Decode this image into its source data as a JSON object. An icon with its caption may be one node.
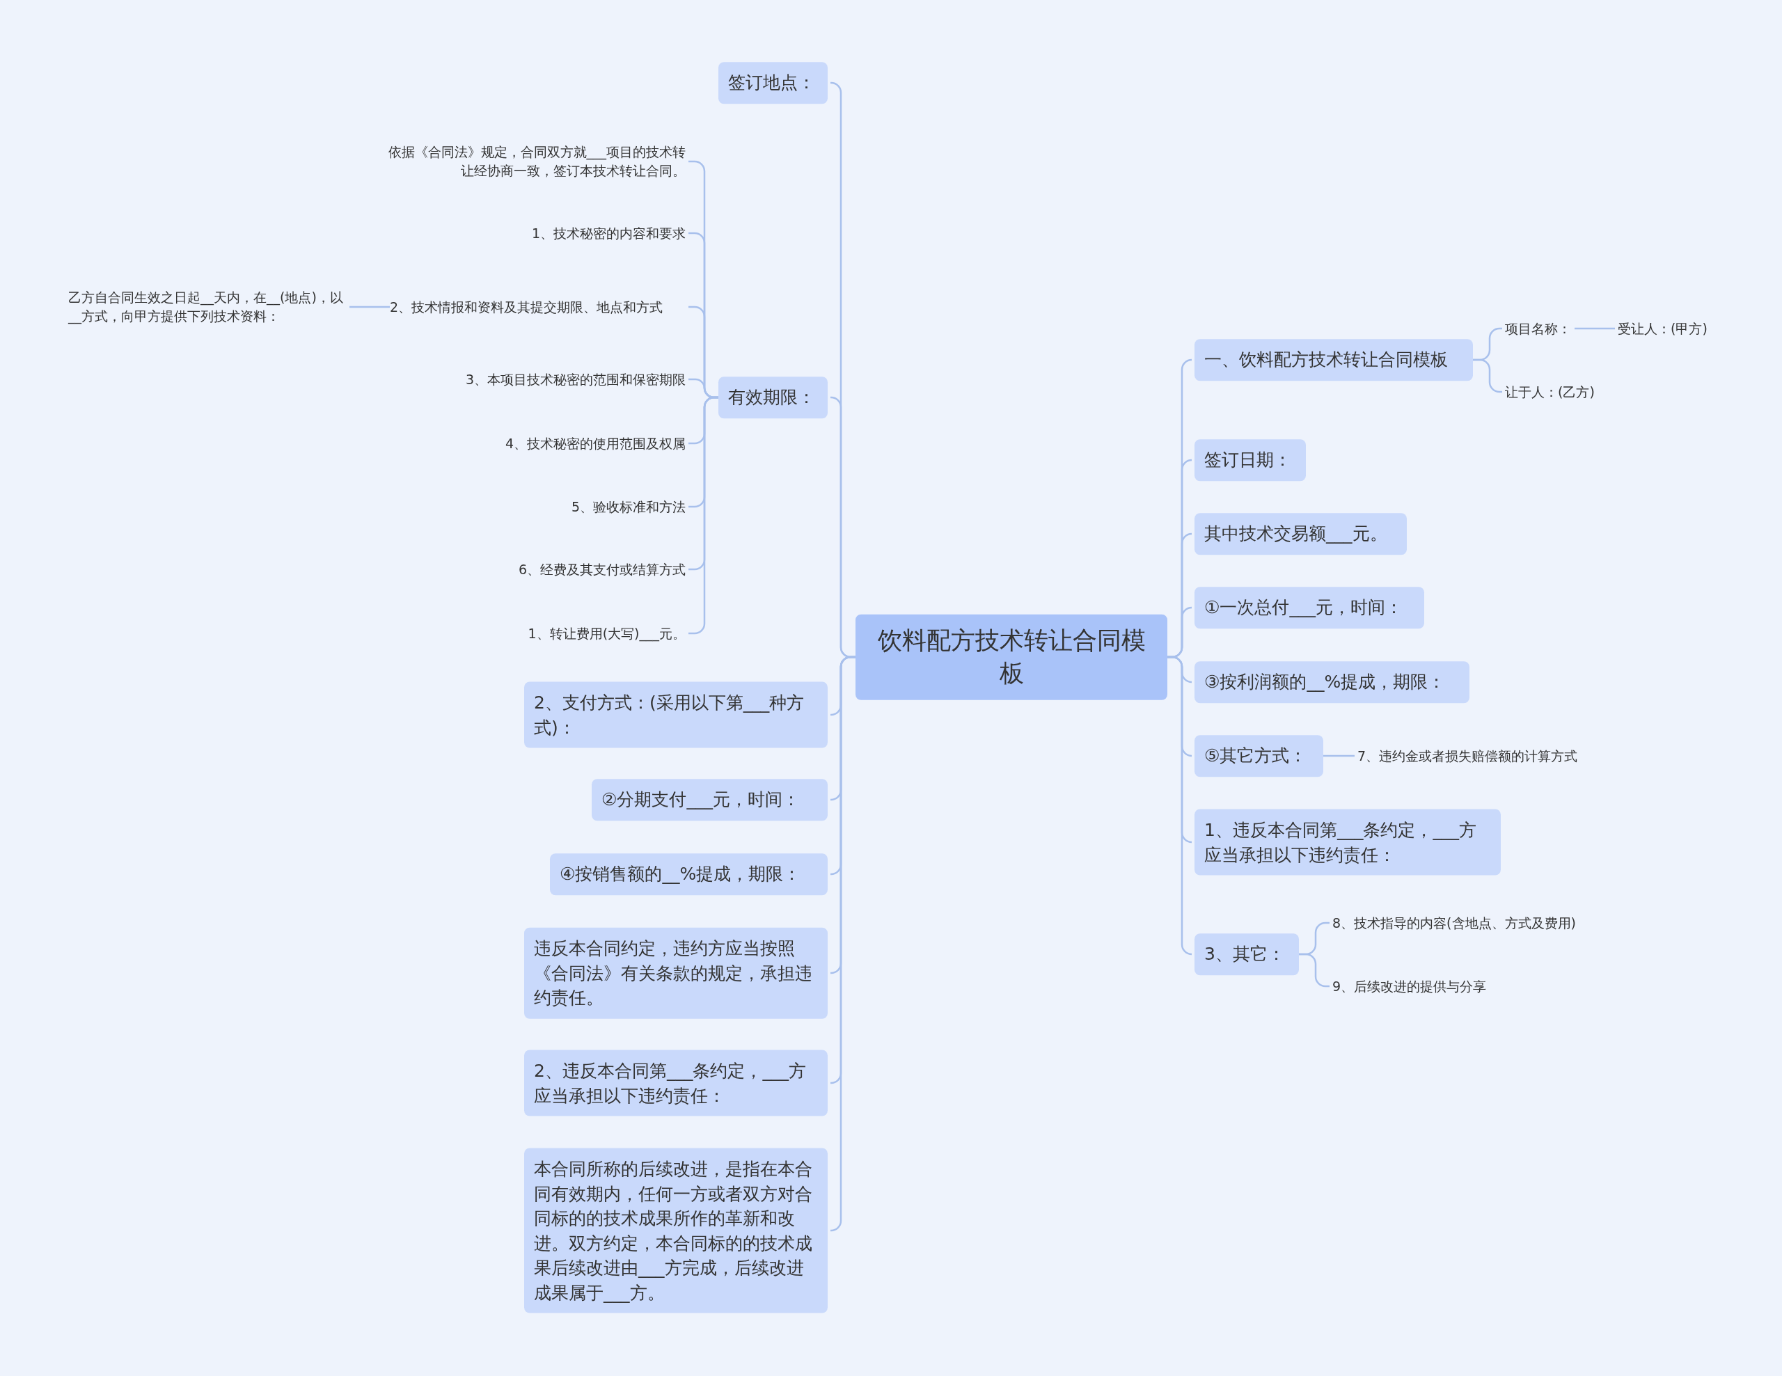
{
  "diagram": {
    "nodes": [
      {
        "text": [
          "饮料配方技术转让合同模板"
        ]
      },
      {
        "text": [
          "签订地点："
        ]
      },
      {
        "text": [
          "有效期限："
        ]
      },
      {
        "text": [
          "依据《合同法》规定，合同双方就___项目的技术转让经协商一致，签订本技术转让合同。"
        ]
      },
      {
        "text": [
          "1、技术秘密的内容和要求"
        ]
      },
      {
        "text": [
          "2、技术情报和资料及其提交期限、地点和方式"
        ]
      },
      {
        "text": [
          "乙方自合同生效之日起__天内，在__(地点)，以__方式，向甲方提供下列技术资料："
        ]
      },
      {
        "text": [
          "3、本项目技术秘密的范围和保密期限"
        ]
      },
      {
        "text": [
          "4、技术秘密的使用范围及权属"
        ]
      },
      {
        "text": [
          "5、验收标准和方法"
        ]
      },
      {
        "text": [
          "6、经费及其支付或结算方式"
        ]
      },
      {
        "text": [
          "1、转让费用(大写)___元。"
        ]
      },
      {
        "text": [
          "2、支付方式：(采用以下第___种方式)："
        ]
      },
      {
        "text": [
          "②分期支付___元，时间："
        ]
      },
      {
        "text": [
          "④按销售额的__%提成，期限："
        ]
      },
      {
        "text": [
          "违反本合同约定，违约方应当按照《合同法》有关条款的规定，承担违约责任。"
        ]
      },
      {
        "text": [
          "2、违反本合同第___条约定，___方应当承担以下违约责任："
        ]
      },
      {
        "text": [
          "本合同所称的后续改进，是指在本合同有效期内，任何一方或者双方对合同标的的技术成果所作的革新和改进。双方约定，本合同标的的技术成果后续改进由___方完成，后续改进成果属于___方。"
        ]
      },
      {
        "text": [
          "一、饮料配方技术转让合同模板"
        ]
      },
      {
        "text": [
          "项目名称："
        ]
      },
      {
        "text": [
          "受让人：(甲方)"
        ]
      },
      {
        "text": [
          "让于人：(乙方)"
        ]
      },
      {
        "text": [
          "签订日期："
        ]
      },
      {
        "text": [
          "其中技术交易额___元。"
        ]
      },
      {
        "text": [
          "①一次总付___元，时间："
        ]
      },
      {
        "text": [
          "③按利润额的__%提成，期限："
        ]
      },
      {
        "text": [
          "⑤其它方式："
        ]
      },
      {
        "text": [
          "7、违约金或者损失赔偿额的计算方式"
        ]
      },
      {
        "text": [
          "1、违反本合同第___条约定，___方应当承担以下违约责任："
        ]
      },
      {
        "text": [
          "3、其它："
        ]
      },
      {
        "text": [
          "8、技术指导的内容(含地点、方式及费用)"
        ]
      },
      {
        "text": [
          "9、后续改进的提供与分享"
        ]
      }
    ],
    "edges": [
      {
        "from": 0,
        "to": 1,
        "arrow": "none"
      },
      {
        "from": 0,
        "to": 2,
        "arrow": "none"
      },
      {
        "from": 2,
        "to": 3,
        "arrow": "none"
      },
      {
        "from": 2,
        "to": 4,
        "arrow": "none"
      },
      {
        "from": 2,
        "to": 5,
        "arrow": "none"
      },
      {
        "from": 5,
        "to": 6,
        "arrow": "none"
      },
      {
        "from": 2,
        "to": 7,
        "arrow": "none"
      },
      {
        "from": 2,
        "to": 8,
        "arrow": "none"
      },
      {
        "from": 2,
        "to": 9,
        "arrow": "none"
      },
      {
        "from": 2,
        "to": 10,
        "arrow": "none"
      },
      {
        "from": 2,
        "to": 11,
        "arrow": "none"
      },
      {
        "from": 0,
        "to": 12,
        "arrow": "none"
      },
      {
        "from": 0,
        "to": 13,
        "arrow": "none"
      },
      {
        "from": 0,
        "to": 14,
        "arrow": "none"
      },
      {
        "from": 0,
        "to": 15,
        "arrow": "none"
      },
      {
        "from": 0,
        "to": 16,
        "arrow": "none"
      },
      {
        "from": 0,
        "to": 17,
        "arrow": "none"
      },
      {
        "from": 0,
        "to": 18,
        "arrow": "none"
      },
      {
        "from": 18,
        "to": 19,
        "arrow": "none"
      },
      {
        "from": 19,
        "to": 20,
        "arrow": "none"
      },
      {
        "from": 18,
        "to": 21,
        "arrow": "none"
      },
      {
        "from": 0,
        "to": 22,
        "arrow": "none"
      },
      {
        "from": 0,
        "to": 23,
        "arrow": "none"
      },
      {
        "from": 0,
        "to": 24,
        "arrow": "none"
      },
      {
        "from": 0,
        "to": 25,
        "arrow": "none"
      },
      {
        "from": 0,
        "to": 26,
        "arrow": "none"
      },
      {
        "from": 26,
        "to": 27,
        "arrow": "none"
      },
      {
        "from": 0,
        "to": 28,
        "arrow": "none"
      },
      {
        "from": 0,
        "to": 29,
        "arrow": "none"
      },
      {
        "from": 29,
        "to": 30,
        "arrow": "none"
      },
      {
        "from": 29,
        "to": 31,
        "arrow": "none"
      }
    ]
  }
}
